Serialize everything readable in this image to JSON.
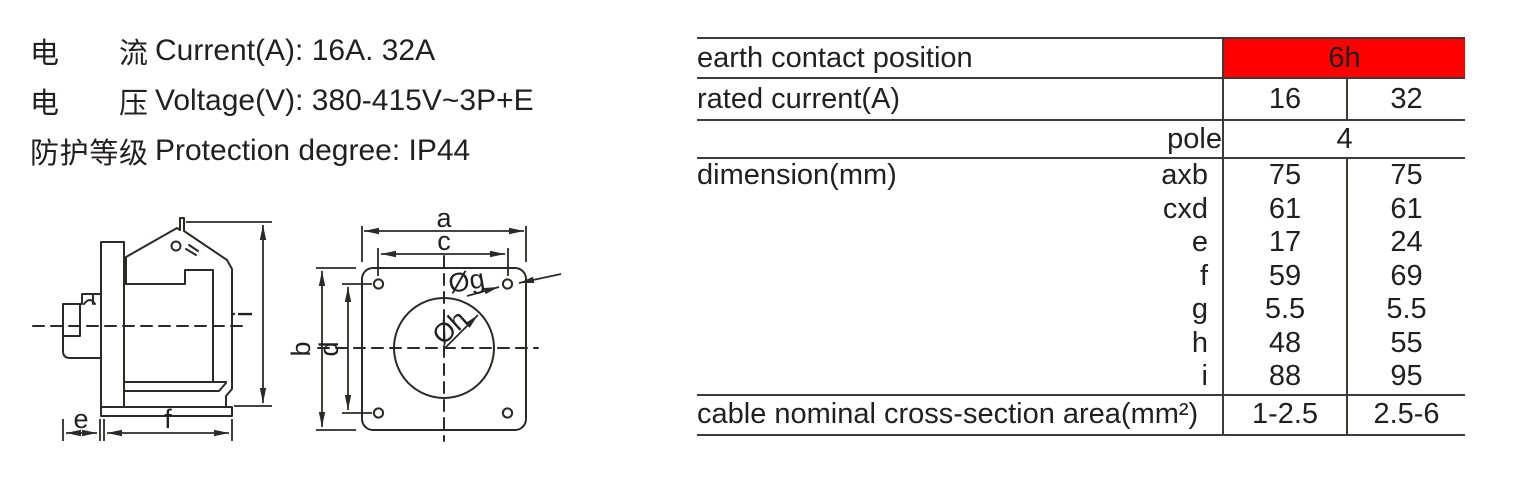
{
  "page": {
    "background": "#ffffff",
    "text_color": "#231f20",
    "rule_color": "#3f3a37",
    "accent_red": "#ff0000"
  },
  "specs": [
    {
      "cn": "电流",
      "en": "Current(A): 16A. 32A"
    },
    {
      "cn": "电压",
      "en": "Voltage(V): 380-415V~3P+E"
    },
    {
      "cn": "防护等级",
      "en": "Protection degree: IP44"
    }
  ],
  "drawing": {
    "labels": {
      "a": "a",
      "b": "b",
      "c": "c",
      "d": "d",
      "e": "e",
      "f": "f",
      "g": "Øg",
      "h": "Øh",
      "i": "i"
    }
  },
  "table": {
    "earth": {
      "label": "earth contact position",
      "value": "6h"
    },
    "current": {
      "label": "rated current(A)",
      "v1": "16",
      "v2": "32"
    },
    "pole": {
      "label": "pole",
      "value": "4"
    },
    "dimension": {
      "label": "dimension(mm)",
      "rows": [
        {
          "name": "axb",
          "v1": "75",
          "v2": "75"
        },
        {
          "name": "cxd",
          "v1": "61",
          "v2": "61"
        },
        {
          "name": "e",
          "v1": "17",
          "v2": "24"
        },
        {
          "name": "f",
          "v1": "59",
          "v2": "69"
        },
        {
          "name": "g",
          "v1": "5.5",
          "v2": "5.5"
        },
        {
          "name": "h",
          "v1": "48",
          "v2": "55"
        },
        {
          "name": "i",
          "v1": "88",
          "v2": "95"
        }
      ]
    },
    "cable": {
      "label": "cable nominal cross-section area(mm²)",
      "v1": "1-2.5",
      "v2": "2.5-6"
    }
  }
}
